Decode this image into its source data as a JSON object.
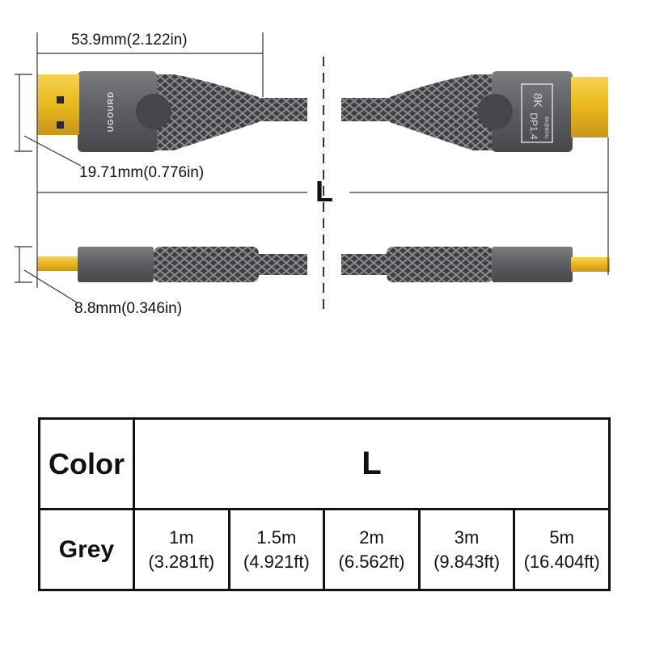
{
  "diagram": {
    "dimensions": {
      "plug_length": "53.9mm(2.122in)",
      "plug_width": "19.71mm(0.776in)",
      "plug_thickness": "8.8mm(0.346in)",
      "cable_length": "L"
    },
    "connector_labels": {
      "brand": "UGOURD",
      "badge_resolution": "8K",
      "badge_version": "DP1.4",
      "badge_small": "8K@60Hz"
    },
    "colors": {
      "gold": "#e8b81c",
      "housing": "#5b5d61",
      "braid": "#3d3f43"
    }
  },
  "table": {
    "header": {
      "color": "Color",
      "length": "L"
    },
    "rows": [
      {
        "color": "Grey",
        "lengths": [
          {
            "metric": "1m",
            "imperial": "(3.281ft)"
          },
          {
            "metric": "1.5m",
            "imperial": "(4.921ft)"
          },
          {
            "metric": "2m",
            "imperial": "(6.562ft)"
          },
          {
            "metric": "3m",
            "imperial": "(9.843ft)"
          },
          {
            "metric": "5m",
            "imperial": "(16.404ft)"
          }
        ]
      }
    ]
  }
}
